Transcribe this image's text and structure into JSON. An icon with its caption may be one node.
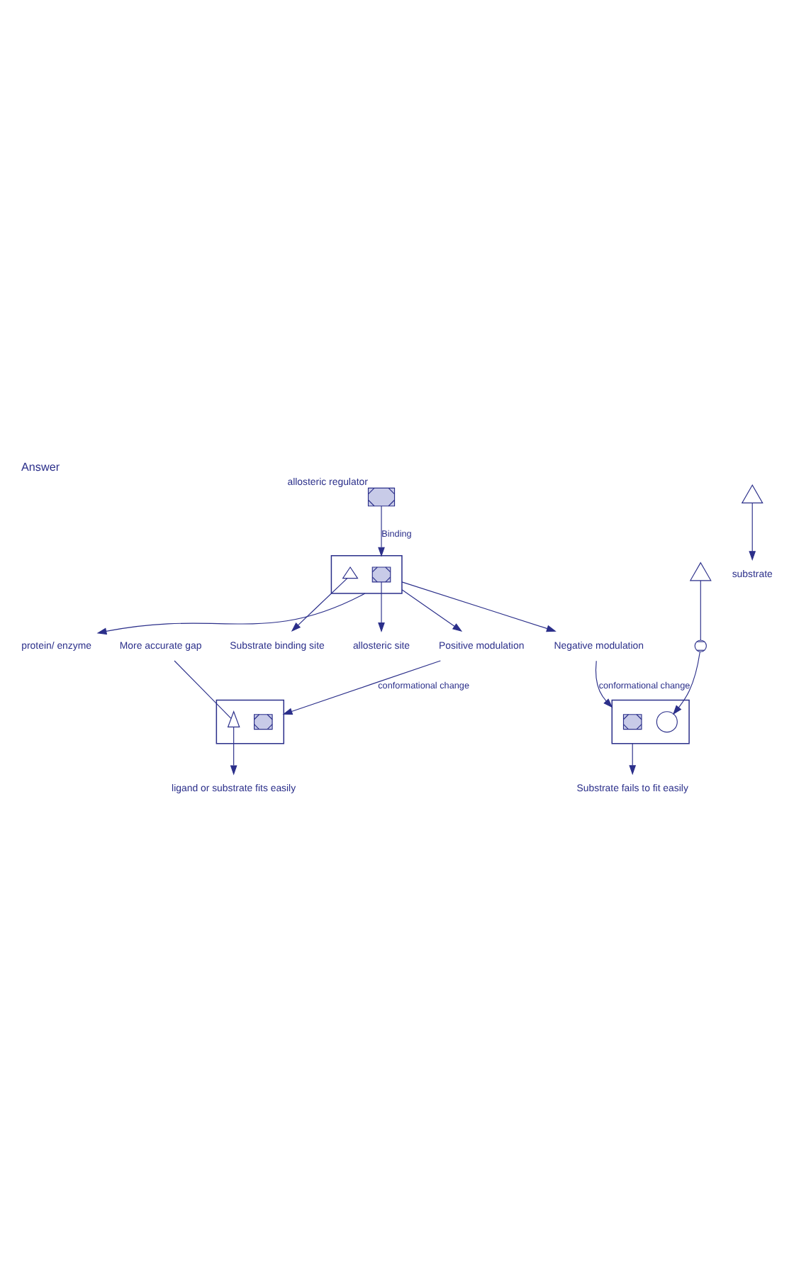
{
  "diagram": {
    "title": "Answer",
    "nodes": [
      {
        "text": [],
        "shape": "box",
        "beside": [
          "allosteric regulator"
        ]
      },
      {
        "text": [],
        "shape": "box"
      },
      {
        "text": [],
        "shape": "box",
        "in": 1
      },
      {
        "text": [
          "allosteric site"
        ]
      },
      {
        "text": [],
        "shape": "triangle",
        "in": 1
      },
      {
        "text": [
          "Substrate binding site"
        ]
      },
      {
        "text": [
          "protein/ enzyme"
        ]
      },
      {
        "text": [],
        "shape": "triangle"
      },
      {
        "text": [
          "substrate"
        ]
      },
      {
        "text": [
          "Positive modulation"
        ]
      },
      {
        "text": [
          "Negative modulation"
        ]
      },
      {
        "text": [],
        "shape": "box"
      },
      {
        "text": [],
        "shape": "box",
        "in": 11
      },
      {
        "text": [],
        "shape": "triangle",
        "in": 11
      },
      {
        "text": [
          "More accurate gap"
        ]
      },
      {
        "text": [
          "ligand or substrate fits easily"
        ]
      },
      {
        "text": [],
        "shape": "box"
      },
      {
        "text": [],
        "shape": "box",
        "in": 16
      },
      {
        "text": [],
        "shape": "circle",
        "in": 16
      },
      {
        "text": [
          "Substrate fails to fit easily"
        ]
      },
      {
        "text": [],
        "shape": "circle"
      },
      {
        "text": [],
        "shape": "triangle"
      }
    ],
    "edges": [
      {
        "from": 0,
        "to": 1,
        "arrow": "to",
        "label": "Binding"
      },
      {
        "from": 2,
        "to": 3,
        "arrow": "to"
      },
      {
        "from": 1,
        "to": 6,
        "arrow": "to"
      },
      {
        "from": 4,
        "to": 5,
        "arrow": "to"
      },
      {
        "from": 7,
        "to": 8,
        "arrow": "to"
      },
      {
        "from": 1,
        "to": 9,
        "arrow": "to"
      },
      {
        "from": 1,
        "to": 10,
        "arrow": "to"
      },
      {
        "from": 9,
        "to": 11,
        "arrow": "to",
        "label": "conformational change"
      },
      {
        "from": 14,
        "to": 13,
        "arrow": "none"
      },
      {
        "from": 13,
        "to": 15,
        "arrow": "to"
      },
      {
        "from": 10,
        "to": 16,
        "arrow": "to",
        "label": "conformational change"
      },
      {
        "from": 16,
        "to": 19,
        "arrow": "to"
      },
      {
        "from": 21,
        "to": 20,
        "arrow": "none"
      },
      {
        "from": 20,
        "to": 18,
        "arrow": "to"
      }
    ]
  }
}
